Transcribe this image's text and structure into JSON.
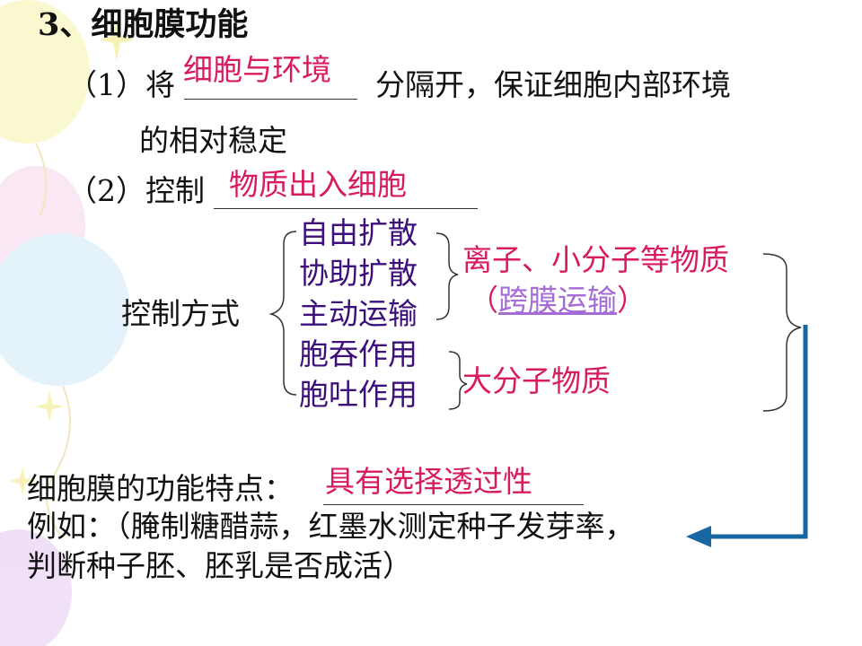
{
  "title": "3、细胞膜功能",
  "item1": {
    "prefix": "（1）将",
    "answer": "细胞与环境",
    "suffix": "分隔开，保证细胞内部环境",
    "suffix_line2": "的相对稳定"
  },
  "item2": {
    "prefix": "（2）控制",
    "answer": "物质出入细胞"
  },
  "control": {
    "label": "控制方式",
    "methods": [
      "自由扩散",
      "协助扩散",
      "主动运输",
      "胞吞作用",
      "胞吐作用"
    ],
    "small_label": "离子、小分子等物质",
    "trans_open": "（",
    "trans_link": "跨膜运输",
    "trans_close": "）",
    "large_label": "大分子物质"
  },
  "characteristic": {
    "label": "细胞膜的功能特点：",
    "answer": "具有选择透过性"
  },
  "example": {
    "line1": "例如：（腌制糖醋蒜，红墨水测定种子发芽率，",
    "line2": "判断种子胚、胚乳是否成活）"
  },
  "colors": {
    "answer": "#d81b60",
    "method": "#3d0f7a",
    "link": "#a56bd6",
    "arrow": "#1767a3"
  }
}
